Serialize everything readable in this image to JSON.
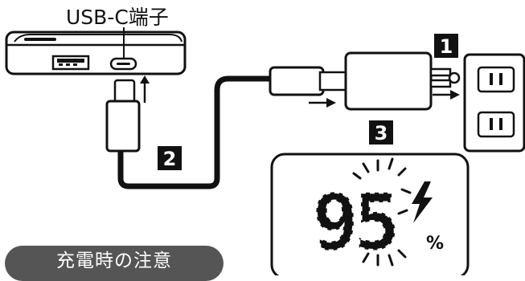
{
  "port_label": "USB-C端子",
  "steps": [
    "1",
    "2",
    "3"
  ],
  "display": {
    "digits": "95",
    "unit": "%"
  },
  "section_title": "充電時の注意",
  "colors": {
    "ink": "#111111",
    "pill": "#555555",
    "paper": "#ffffff"
  },
  "icons": [
    "lightning-bolt-icon",
    "arrow-up-icon",
    "arrow-right-icon"
  ]
}
